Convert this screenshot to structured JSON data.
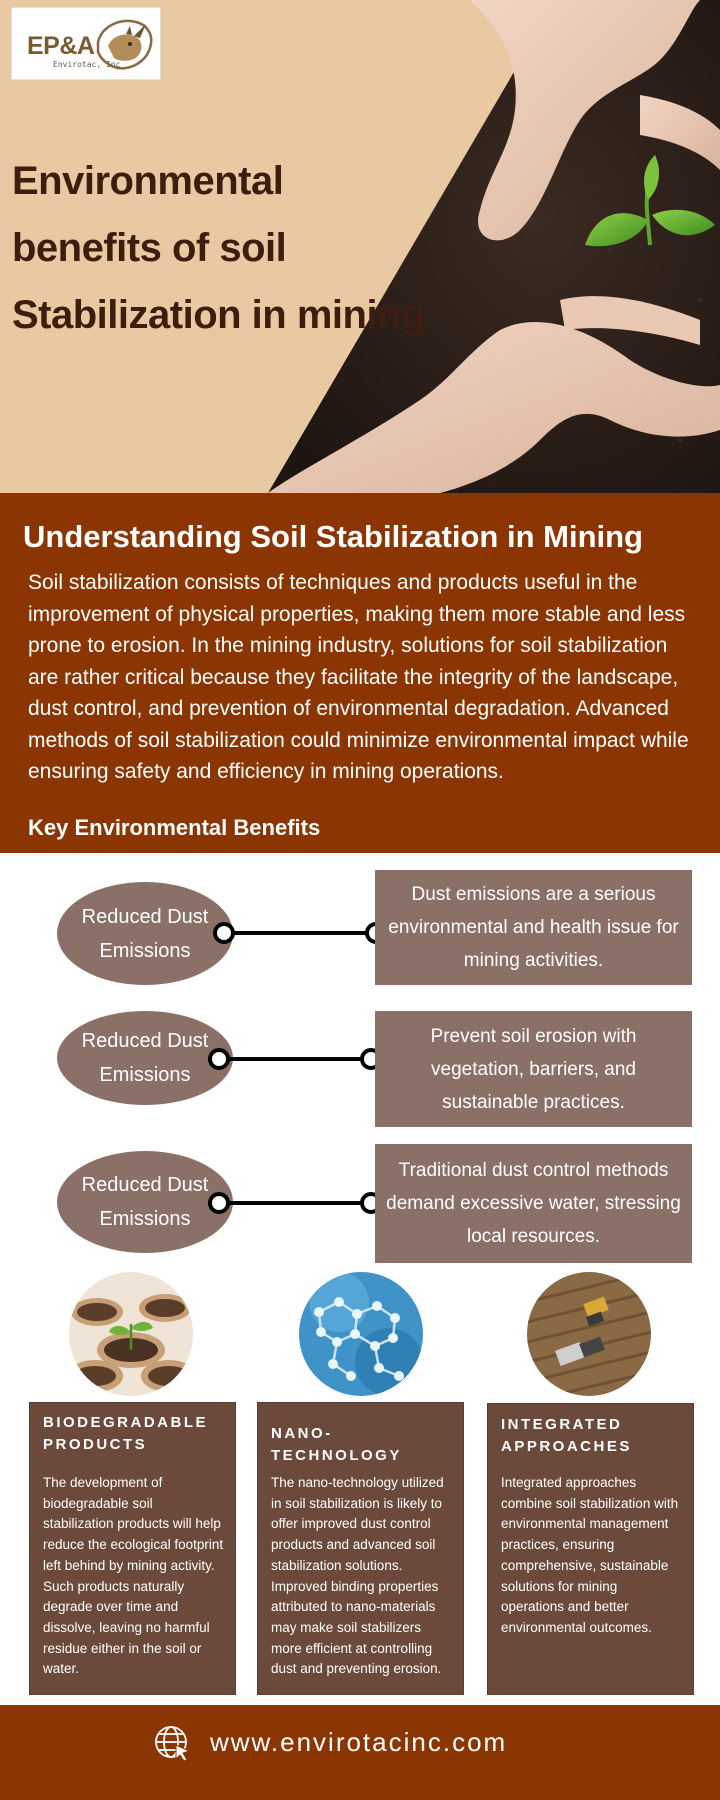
{
  "brand": {
    "logo_text": "EP&A",
    "logo_subtext": "Envirotac, Inc"
  },
  "hero": {
    "title": "Environmental benefits of soil Stabilization in mining"
  },
  "understanding": {
    "heading": "Understanding Soil Stabilization in Mining",
    "body": "Soil stabilization consists of techniques and products useful in the improvement of physical properties, making them more stable and less prone to erosion. In the mining industry, solutions for soil stabilization are rather critical because they facilitate the integrity of the landscape, dust control, and prevention of environmental degradation. Advanced methods of soil stabilization could minimize environmental impact while ensuring safety and efficiency in mining operations.",
    "subheading": "Key Environmental Benefits"
  },
  "benefits": [
    {
      "label": "Reduced Dust Emissions",
      "description": "Dust emissions are a serious environmental and health issue for mining activities."
    },
    {
      "label": "Reduced Dust Emissions",
      "description": "Prevent soil erosion with vegetation, barriers, and sustainable practices."
    },
    {
      "label": "Reduced Dust Emissions",
      "description": "Traditional dust control methods demand excessive water, stressing local resources."
    }
  ],
  "cards": [
    {
      "title": "BIODEGRADABLE PRODUCTS",
      "image_icon": "seedling-pots-image",
      "body": "The development of biodegradable soil stabilization products will help reduce the ecological footprint left behind by mining activity. Such products naturally degrade over time and dissolve, leaving no harmful residue either in the soil or water."
    },
    {
      "title": "NANO-TECHNOLOGY",
      "image_icon": "molecule-image",
      "body": "The nano-technology utilized in soil stabilization is likely to offer improved dust control products and advanced soil stabilization solutions. Improved binding properties attributed to nano-materials may make soil stabilizers more efficient at controlling dust and preventing erosion."
    },
    {
      "title": "INTEGRATED APPROACHES",
      "image_icon": "aerial-tractor-field-image",
      "body": "Integrated approaches combine soil stabilization with environmental management practices, ensuring comprehensive, sustainable solutions for mining operations and better environmental outcomes."
    }
  ],
  "footer": {
    "url": "www.envirotacinc.com",
    "icon": "globe-cursor-icon"
  },
  "colors": {
    "hero_background": "#e8c9a2",
    "title_text": "#3e1c0e",
    "brand_rust": "#8b3503",
    "taupe": "#8a7066",
    "card_brown": "#6b4a3c"
  }
}
